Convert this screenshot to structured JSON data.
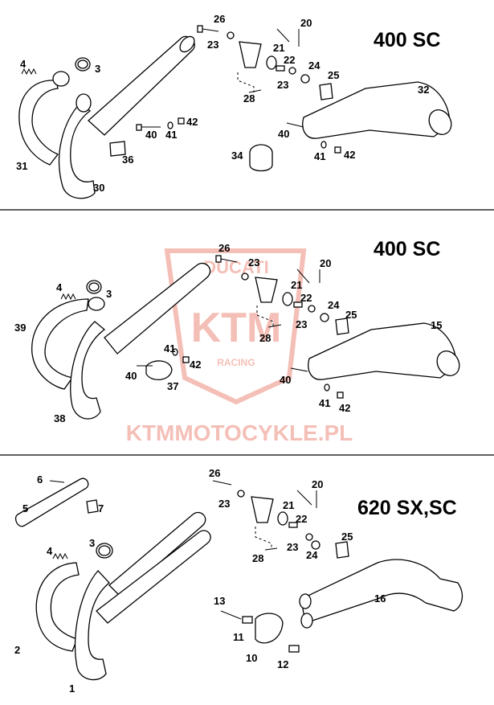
{
  "watermark": {
    "logo_top": "DUCATI",
    "logo_mid": "KTM",
    "logo_sub": "RACING",
    "site": "KTMMOTOCYKLE.PL"
  },
  "sections": [
    {
      "title": "400 SC"
    },
    {
      "title": "400 SC"
    },
    {
      "title": "620 SX,SC"
    }
  ],
  "labels": {
    "s1": [
      "26",
      "20",
      "23",
      "21",
      "22",
      "24",
      "23",
      "25",
      "32",
      "4",
      "3",
      "28",
      "40",
      "41",
      "42",
      "40",
      "31",
      "36",
      "30",
      "34",
      "41",
      "42"
    ],
    "s2": [
      "26",
      "23",
      "20",
      "21",
      "22",
      "24",
      "23",
      "25",
      "15",
      "4",
      "3",
      "39",
      "28",
      "41",
      "42",
      "40",
      "37",
      "40",
      "38",
      "41",
      "42"
    ],
    "s3": [
      "6",
      "26",
      "20",
      "5",
      "7",
      "23",
      "21",
      "22",
      "4",
      "3",
      "28",
      "23",
      "24",
      "25",
      "2",
      "16",
      "13",
      "11",
      "1",
      "10",
      "12"
    ]
  },
  "colors": {
    "line": "#000000",
    "separator": "#000000",
    "watermark": "#f3b9b0"
  }
}
